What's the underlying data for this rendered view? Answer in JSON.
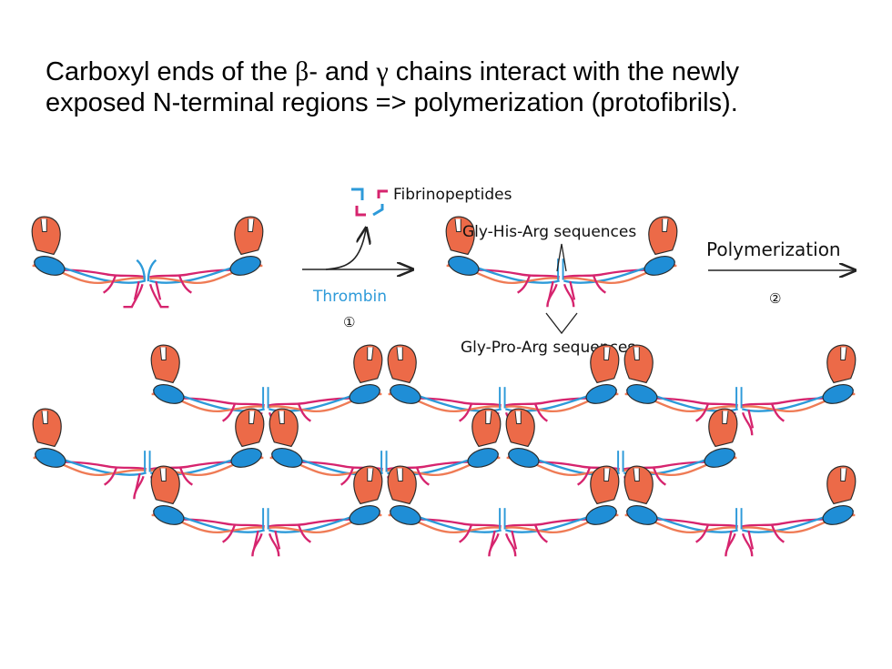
{
  "slide": {
    "title_line1_a": "Carboxyl ends of the ",
    "title_beta": "β",
    "title_line1_b": "- and ",
    "title_gamma": "γ",
    "title_line1_c": " chains interact with the newly",
    "title_line2": "exposed N-terminal regions  => polymerization  (protofibrils)."
  },
  "diagram": {
    "fibrinopeptides_label": "Fibrinopeptides",
    "thrombin_label": "Thrombin",
    "step1_marker": "①",
    "gly_his_arg_label": "Gly-His-Arg sequences",
    "gly_pro_arg_label": "Gly-Pro-Arg sequences",
    "polymerization_label": "Polymerization",
    "step2_marker": "②"
  },
  "colors": {
    "d_domain": "#ec6a48",
    "e_domain": "#1f8ed6",
    "alpha_chain": "#d6246e",
    "beta_chain": "#2d9ad9",
    "gamma_chain": "#ef7b55",
    "outline": "#2a2a2a"
  },
  "icons": [
    "fibrinogen-molecule-icon",
    "fibrin-monomer-icon",
    "arrow-right-icon"
  ]
}
